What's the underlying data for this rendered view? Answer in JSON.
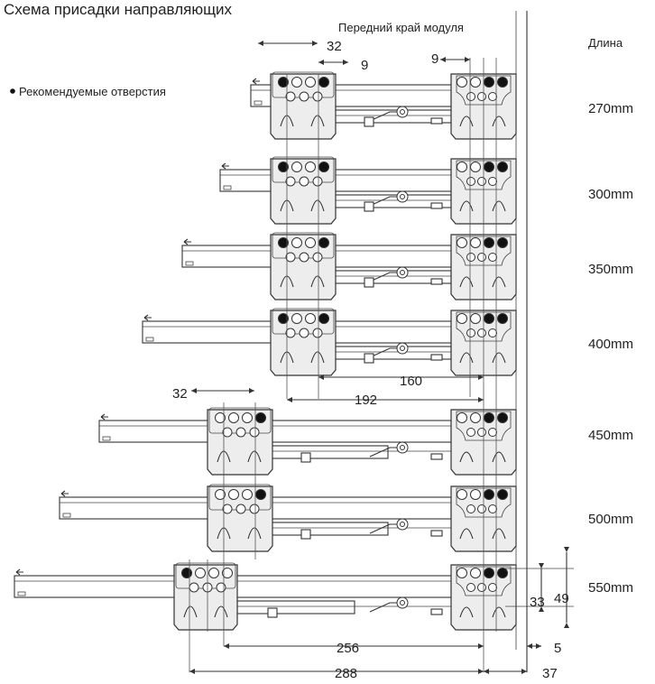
{
  "title": "Схема присадки направляющих",
  "front_edge_label": "Передний край модуля",
  "length_header": "Длина",
  "legend_text": "Рекомендуемые отверстия",
  "rows": [
    {
      "length": "270mm"
    },
    {
      "length": "300mm"
    },
    {
      "length": "350mm"
    },
    {
      "length": "400mm"
    },
    {
      "length": "450mm"
    },
    {
      "length": "500mm"
    },
    {
      "length": "550mm"
    }
  ],
  "dimensions": {
    "top_32": "32",
    "top_9_left": "9",
    "top_9_right": "9",
    "d160": "160",
    "d192": "192",
    "mid_32": "32",
    "d256": "256",
    "d288": "288",
    "d37": "37",
    "d5": "5",
    "d33": "33",
    "d49": "49"
  },
  "colors": {
    "recommended_hole": "#111111",
    "line": "#333333",
    "block_fill": "#ededed"
  }
}
